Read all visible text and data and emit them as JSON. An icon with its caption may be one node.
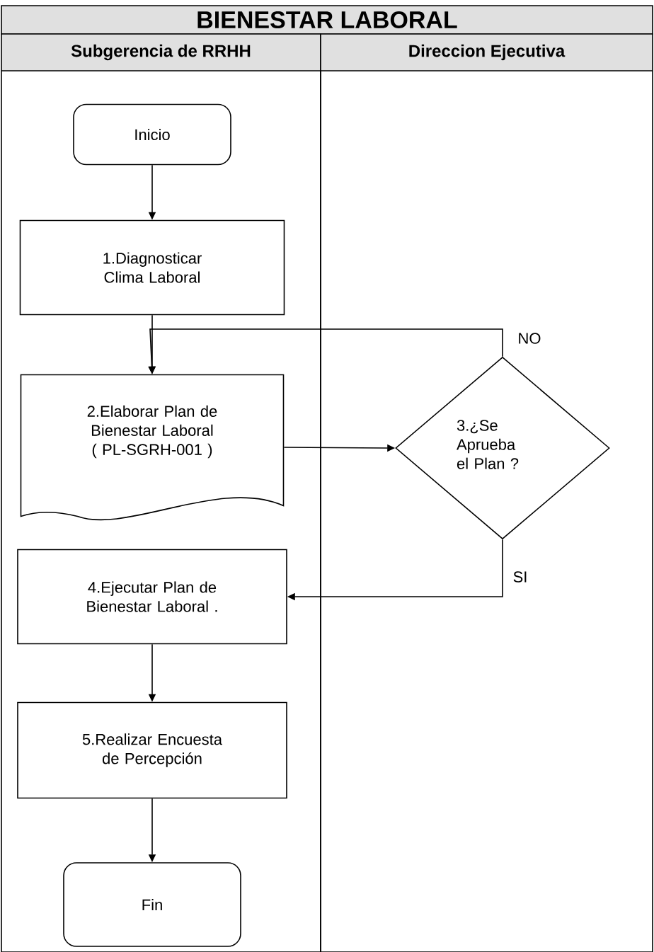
{
  "diagram": {
    "title": "BIENESTAR LABORAL",
    "nodes": [
      {
        "text": [
          "Subgerencia de RRHH"
        ]
      },
      {
        "text": [
          "Direccion Ejecutiva"
        ]
      },
      {
        "text": [
          "Inicio"
        ],
        "in": 0
      },
      {
        "text": [
          "1.Diagnosticar Clima Laboral"
        ],
        "in": 0
      },
      {
        "text": [
          "2.Elaborar Plan de Bienestar Laboral ( PL-SGRH-001 )"
        ],
        "in": 0
      },
      {
        "text": [
          "3.¿Se Aprueba el Plan ?"
        ],
        "in": 1
      },
      {
        "text": [
          "4.Ejecutar Plan de Bienestar Laboral ."
        ],
        "in": 0
      },
      {
        "text": [
          "5.Realizar Encuesta de Percepción"
        ],
        "in": 0
      },
      {
        "text": [
          "Fin"
        ],
        "in": 0
      }
    ],
    "edges": [
      {
        "from": 2,
        "to": 3,
        "arrow": "to"
      },
      {
        "from": 3,
        "to": 4,
        "arrow": "to"
      },
      {
        "from": 4,
        "to": 5,
        "arrow": "to"
      },
      {
        "from": 5,
        "to": 4,
        "arrow": "to",
        "label": "NO"
      },
      {
        "from": 5,
        "to": 6,
        "arrow": "to",
        "label": "SI"
      },
      {
        "from": 6,
        "to": 7,
        "arrow": "to"
      },
      {
        "from": 7,
        "to": 8,
        "arrow": "to"
      }
    ]
  }
}
